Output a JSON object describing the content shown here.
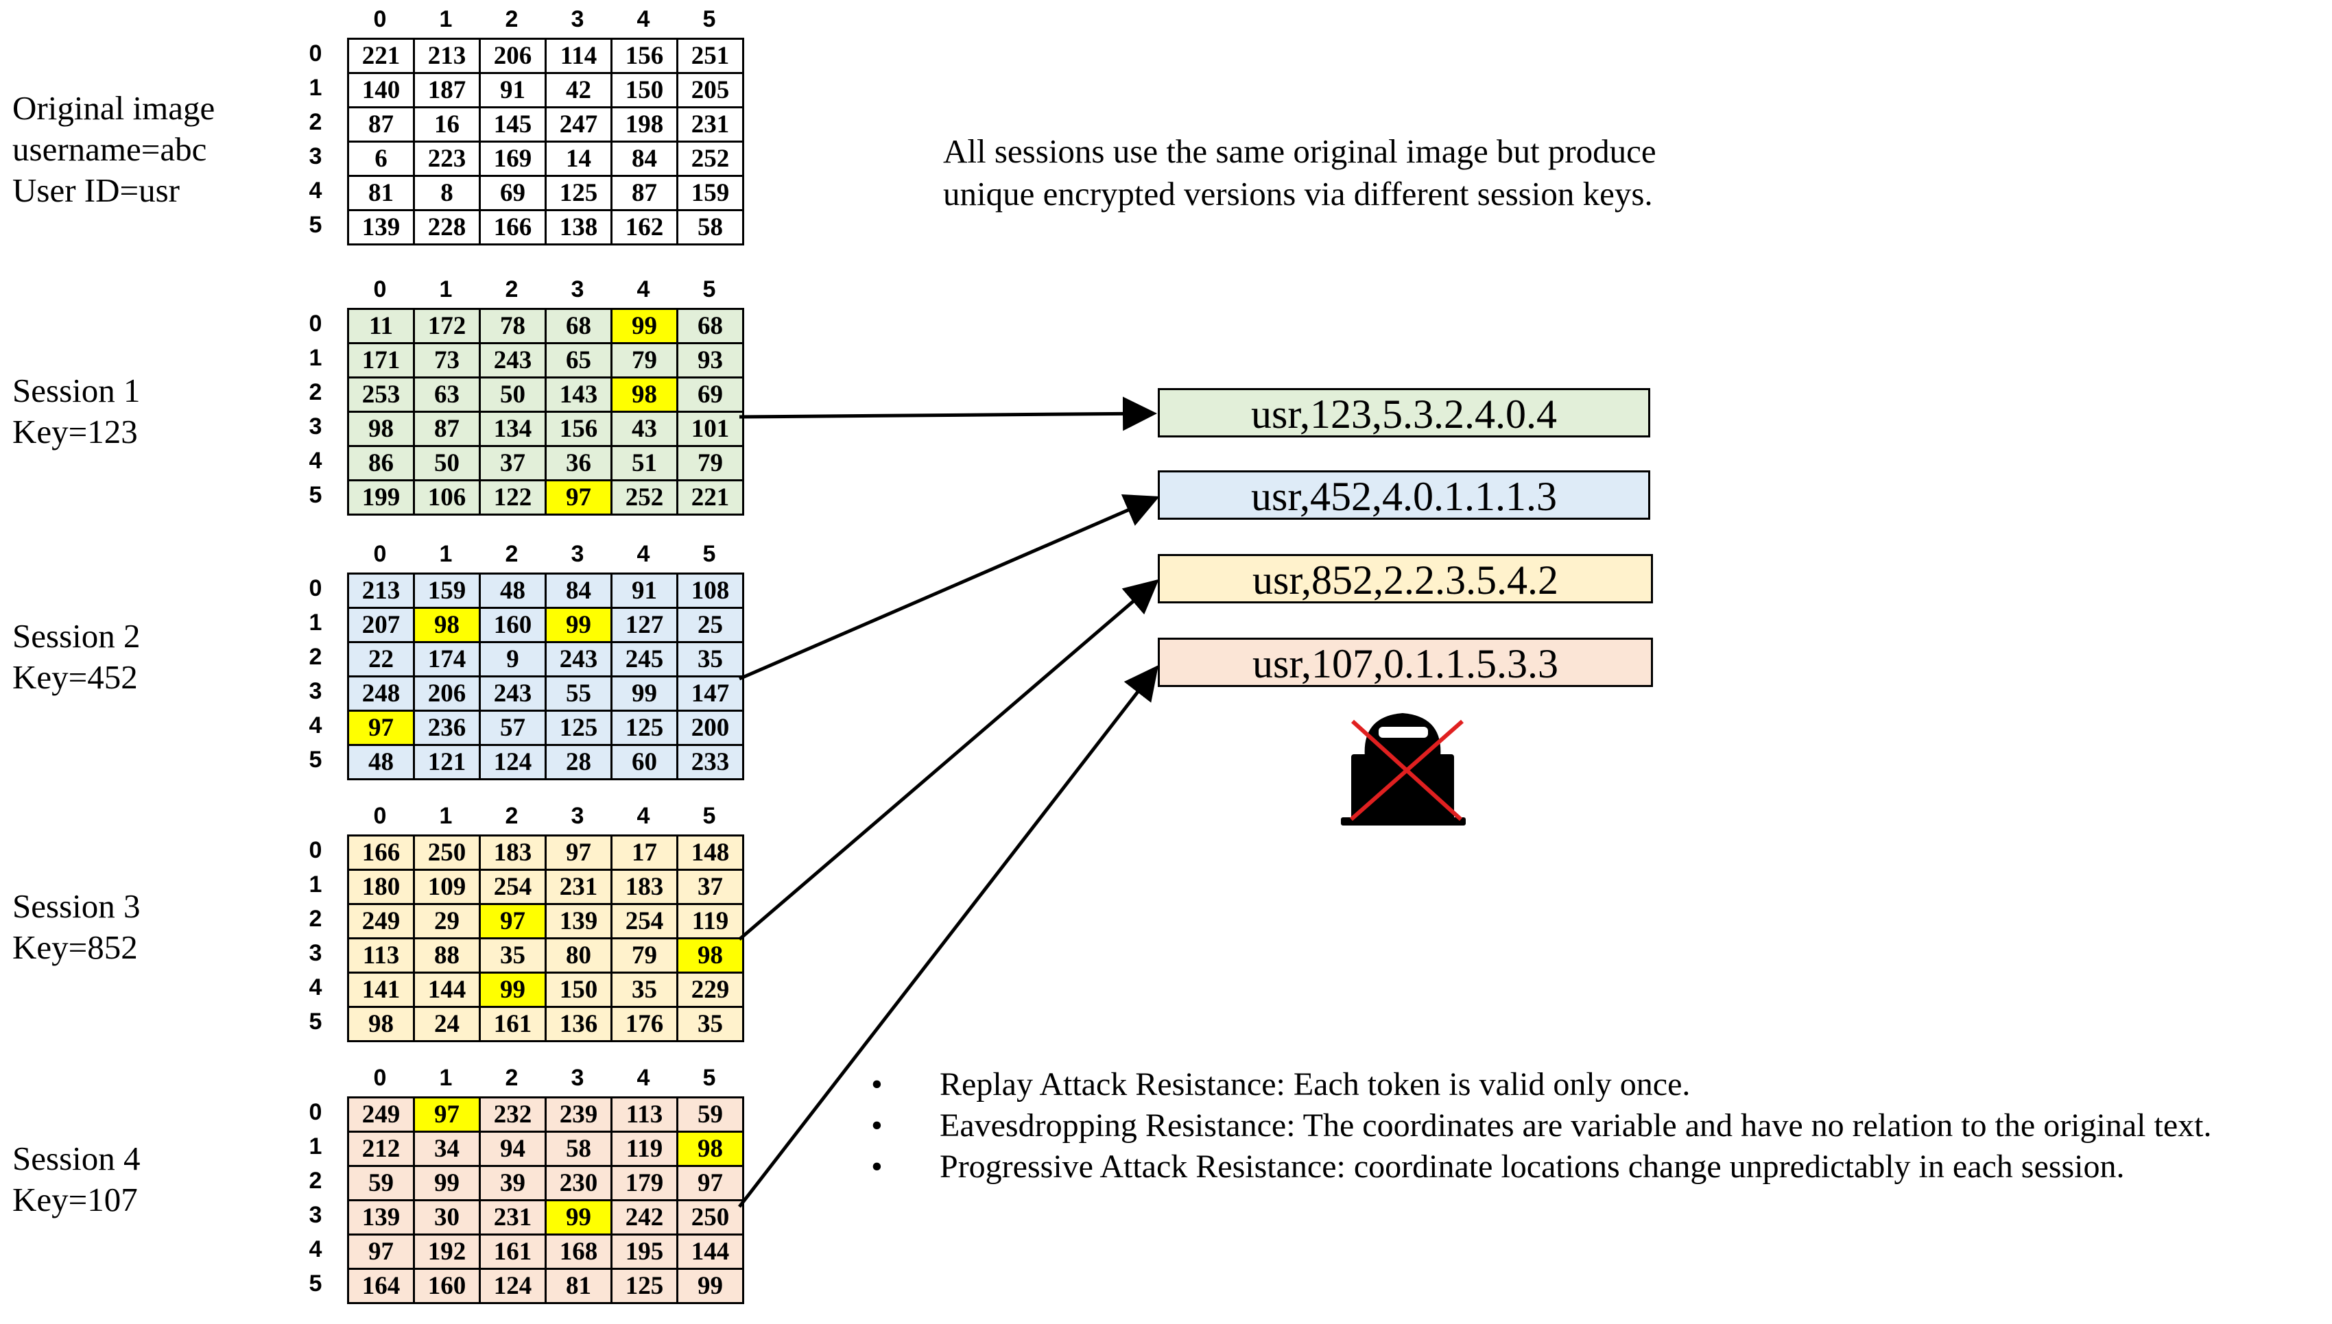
{
  "col_headers": [
    "0",
    "1",
    "2",
    "3",
    "4",
    "5"
  ],
  "row_headers": [
    "0",
    "1",
    "2",
    "3",
    "4",
    "5"
  ],
  "note_line1": "All sessions use the same original image but produce",
  "note_line2": "unique encrypted versions via different session keys.",
  "matrices": [
    {
      "label_lines": [
        "Original image",
        "username=abc",
        "User ID=usr"
      ],
      "bg": "#ffffff",
      "rows": [
        [
          "221",
          "213",
          "206",
          "114",
          "156",
          "251"
        ],
        [
          "140",
          "187",
          "91",
          "42",
          "150",
          "205"
        ],
        [
          "87",
          "16",
          "145",
          "247",
          "198",
          "231"
        ],
        [
          "6",
          "223",
          "169",
          "14",
          "84",
          "252"
        ],
        [
          "81",
          "8",
          "69",
          "125",
          "87",
          "159"
        ],
        [
          "139",
          "228",
          "166",
          "138",
          "162",
          "58"
        ]
      ],
      "highlights": []
    },
    {
      "label_lines": [
        "Session 1",
        "Key=123"
      ],
      "bg": "#e2efd9",
      "rows": [
        [
          "11",
          "172",
          "78",
          "68",
          "99",
          "68"
        ],
        [
          "171",
          "73",
          "243",
          "65",
          "79",
          "93"
        ],
        [
          "253",
          "63",
          "50",
          "143",
          "98",
          "69"
        ],
        [
          "98",
          "87",
          "134",
          "156",
          "43",
          "101"
        ],
        [
          "86",
          "50",
          "37",
          "36",
          "51",
          "79"
        ],
        [
          "199",
          "106",
          "122",
          "97",
          "252",
          "221"
        ]
      ],
      "highlights": [
        [
          0,
          4
        ],
        [
          2,
          4
        ],
        [
          5,
          3
        ]
      ]
    },
    {
      "label_lines": [
        "Session 2",
        "Key=452"
      ],
      "bg": "#deebf7",
      "rows": [
        [
          "213",
          "159",
          "48",
          "84",
          "91",
          "108"
        ],
        [
          "207",
          "98",
          "160",
          "99",
          "127",
          "25"
        ],
        [
          "22",
          "174",
          "9",
          "243",
          "245",
          "35"
        ],
        [
          "248",
          "206",
          "243",
          "55",
          "99",
          "147"
        ],
        [
          "97",
          "236",
          "57",
          "125",
          "125",
          "200"
        ],
        [
          "48",
          "121",
          "124",
          "28",
          "60",
          "233"
        ]
      ],
      "highlights": [
        [
          1,
          1
        ],
        [
          1,
          3
        ],
        [
          4,
          0
        ]
      ]
    },
    {
      "label_lines": [
        "Session 3",
        "Key=852"
      ],
      "bg": "#fff2cc",
      "rows": [
        [
          "166",
          "250",
          "183",
          "97",
          "17",
          "148"
        ],
        [
          "180",
          "109",
          "254",
          "231",
          "183",
          "37"
        ],
        [
          "249",
          "29",
          "97",
          "139",
          "254",
          "119"
        ],
        [
          "113",
          "88",
          "35",
          "80",
          "79",
          "98"
        ],
        [
          "141",
          "144",
          "99",
          "150",
          "35",
          "229"
        ],
        [
          "98",
          "24",
          "161",
          "136",
          "176",
          "35"
        ]
      ],
      "highlights": [
        [
          2,
          2
        ],
        [
          3,
          5
        ],
        [
          4,
          2
        ]
      ]
    },
    {
      "label_lines": [
        "Session 4",
        "Key=107"
      ],
      "bg": "#fbe5d6",
      "rows": [
        [
          "249",
          "97",
          "232",
          "239",
          "113",
          "59"
        ],
        [
          "212",
          "34",
          "94",
          "58",
          "119",
          "98"
        ],
        [
          "59",
          "99",
          "39",
          "230",
          "179",
          "97"
        ],
        [
          "139",
          "30",
          "231",
          "99",
          "242",
          "250"
        ],
        [
          "97",
          "192",
          "161",
          "168",
          "195",
          "144"
        ],
        [
          "164",
          "160",
          "124",
          "81",
          "125",
          "99"
        ]
      ],
      "highlights": [
        [
          0,
          1
        ],
        [
          1,
          5
        ],
        [
          3,
          3
        ]
      ]
    }
  ],
  "tokens": [
    {
      "text": "usr,123,5.3.2.4.0.4",
      "color": "#e2efd9"
    },
    {
      "text": "usr,452,4.0.1.1.1.3",
      "color": "#deebf7"
    },
    {
      "text": "usr,852,2.2.3.5.4.2",
      "color": "#fff2cc"
    },
    {
      "text": "usr,107,0.1.1.5.3.3",
      "color": "#fbe5d6"
    }
  ],
  "bullets": [
    "Replay Attack Resistance: Each token is valid only once.",
    "Eavesdropping  Resistance: The coordinates are variable and have no relation to the original text.",
    "Progressive Attack Resistance: coordinate locations change unpredictably in each session."
  ],
  "highlight_color": "#ffff00",
  "attacker_icon": "hacker-icon",
  "cross_icon": "red-x-icon"
}
